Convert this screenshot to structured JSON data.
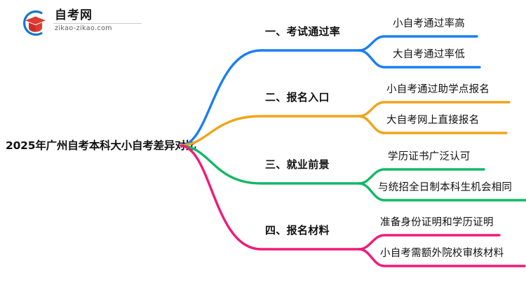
{
  "logo": {
    "name_cn": "自考网",
    "domain": "zikao-zikao.com",
    "mark_icon": "graduation-cap-circle-icon",
    "arc_color": "#1477cc",
    "cap_color": "#e03a32"
  },
  "root": {
    "title": "2025年广州自考本科大小自考差异对比"
  },
  "branches": [
    {
      "index": 1,
      "label": "一、考试通过率",
      "color": "#1a7ff0",
      "leaves": [
        {
          "label": "小自考通过率高"
        },
        {
          "label": "大自考通过率低"
        }
      ]
    },
    {
      "index": 2,
      "label": "二、报名入口",
      "color": "#f0a41a",
      "leaves": [
        {
          "label": "小自考通过助学点报名"
        },
        {
          "label": "大自考网上直接报名"
        }
      ]
    },
    {
      "index": 3,
      "label": "三、就业前景",
      "color": "#13b865",
      "leaves": [
        {
          "label": "学历证书广泛认可"
        },
        {
          "label": "与统招全日制本科生机会相同"
        }
      ]
    },
    {
      "index": 4,
      "label": "四、报名材料",
      "color": "#f01a78",
      "leaves": [
        {
          "label": "准备身份证明和学历证明"
        },
        {
          "label": "小自考需额外院校审核材料"
        }
      ]
    }
  ]
}
